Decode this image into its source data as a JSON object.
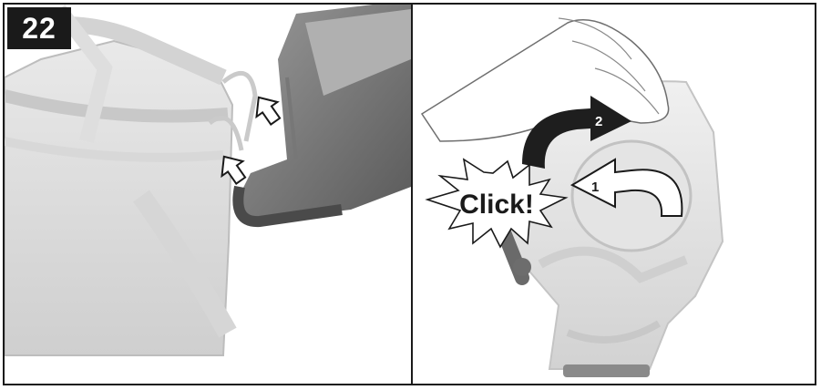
{
  "figure": {
    "step_number": "22",
    "click_label": "Click!",
    "step_labels": [
      "1",
      "2"
    ]
  },
  "icons": {
    "left_panel": [
      "bin-rim-illustration",
      "bin-lid-illustration",
      "arrow-up-icon",
      "arrow-up-icon"
    ],
    "right_panel": [
      "hand-illustration",
      "bin-unit-illustration",
      "curved-arrow-icon",
      "curved-arrow-icon",
      "click-burst-icon"
    ]
  }
}
